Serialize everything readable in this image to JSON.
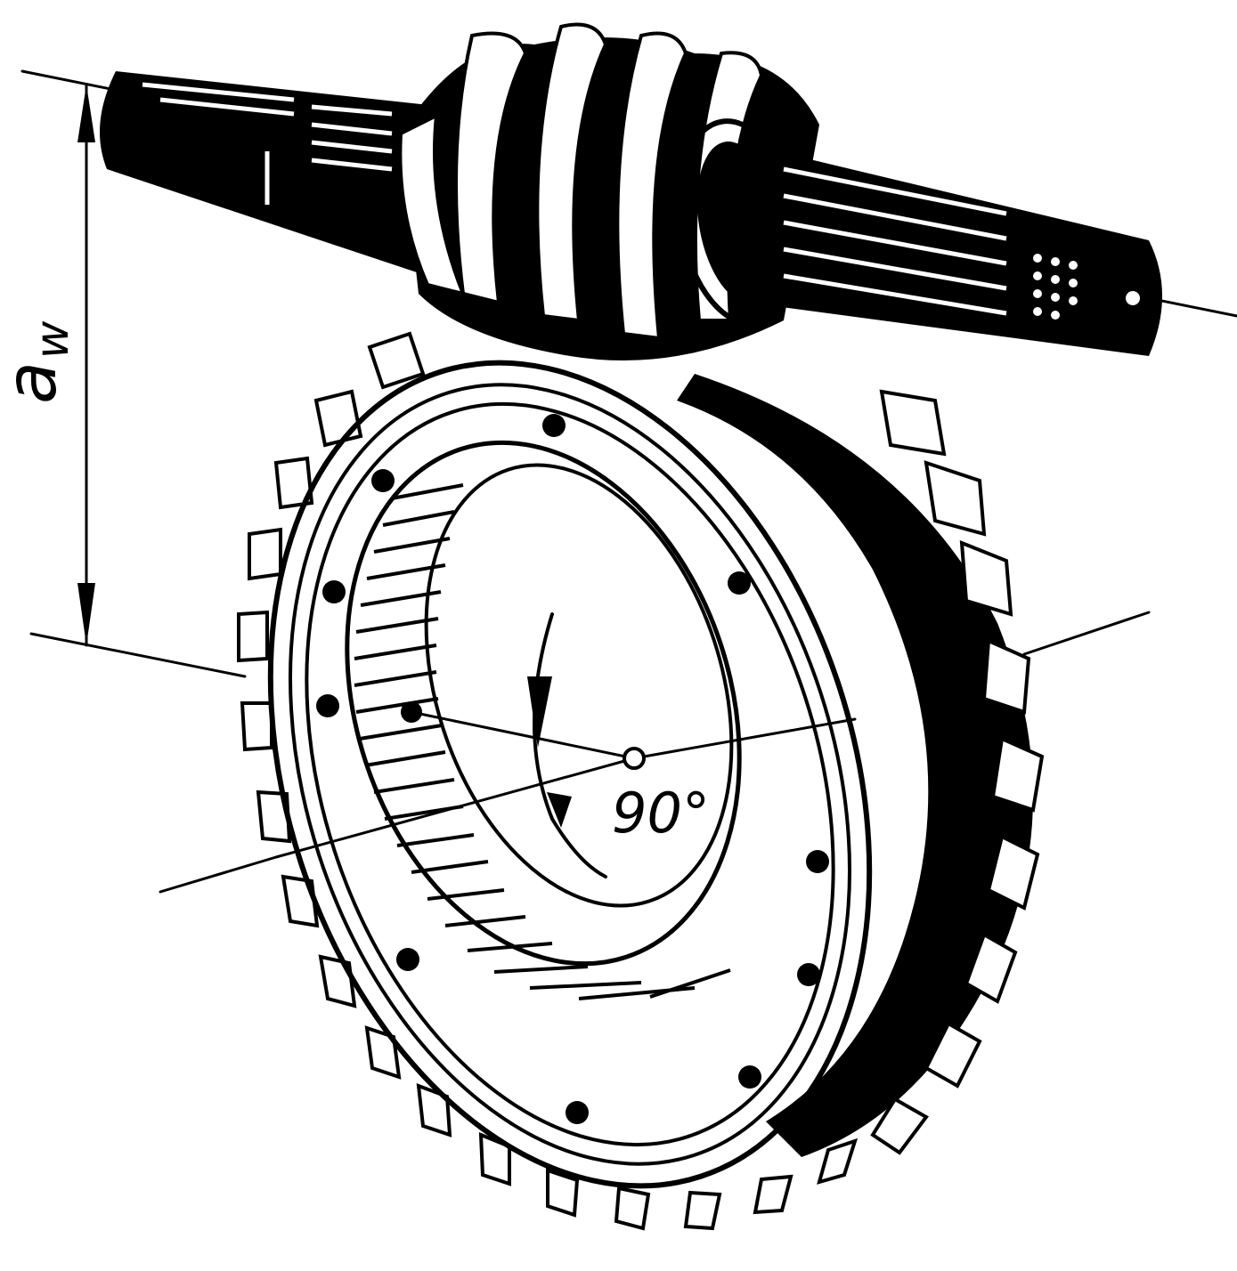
{
  "figure": {
    "labels": {
      "center_distance": "a",
      "center_distance_subscript": "w",
      "angle": "90°"
    }
  }
}
